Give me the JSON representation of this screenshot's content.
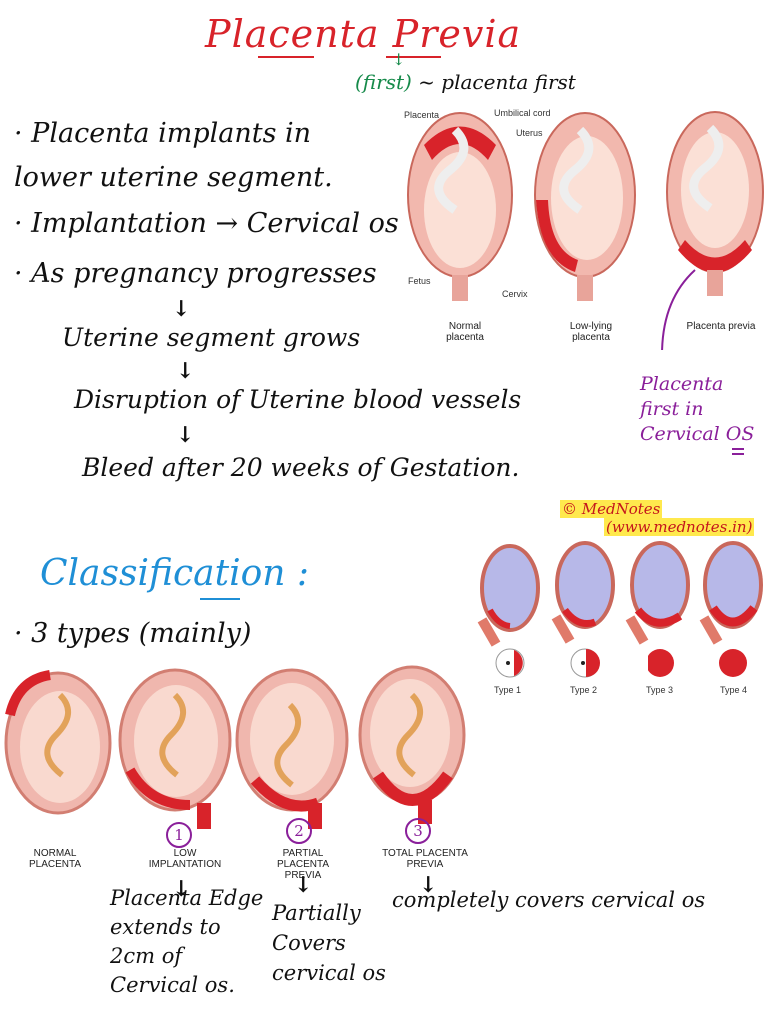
{
  "title": "Placenta Previa",
  "first_note": {
    "paren": "(first)",
    "rest": "~ placenta first"
  },
  "bullets": [
    "Placenta implants in lower uterine segment.",
    "Implantation → Cervical os",
    "As pregnancy progresses"
  ],
  "flow": [
    "Uterine segment grows",
    "Disruption of Uterine blood vessels",
    "Bleed after 20 weeks of Gestation."
  ],
  "diagram1": {
    "labels": {
      "placenta": "Placenta",
      "umbilical_cord": "Umbilical cord",
      "uterus": "Uterus",
      "fetus": "Fetus",
      "cervix": "Cervix"
    },
    "captions": [
      "Normal placenta",
      "Low-lying placenta",
      "Placenta previa"
    ]
  },
  "annotation": "Placenta first in Cervical OS",
  "watermark": {
    "brand": "© MedNotes",
    "url": "(www.mednotes.in)"
  },
  "diagram2": {
    "types": [
      "Type 1",
      "Type 2",
      "Type 3",
      "Type 4"
    ]
  },
  "classification": {
    "heading": "Classification :",
    "point": "3 types (mainly)"
  },
  "diagram3": {
    "captions": [
      "NORMAL PLACENTA",
      "LOW IMPLANTATION",
      "PARTIAL PLACENTA PREVIA",
      "TOTAL PLACENTA PREVIA"
    ],
    "badges": [
      "1",
      "2",
      "3"
    ]
  },
  "descriptions": [
    "Placenta Edge extends to 2cm of Cervical os.",
    "Partially Covers cervical os",
    "completely covers cervical os"
  ],
  "colors": {
    "title": "#d8232a",
    "heading": "#1f8fd6",
    "annotation": "#8a1f9a",
    "note": "#168a4a",
    "placenta": "#d8232a",
    "uterus": "#e8a49a"
  }
}
